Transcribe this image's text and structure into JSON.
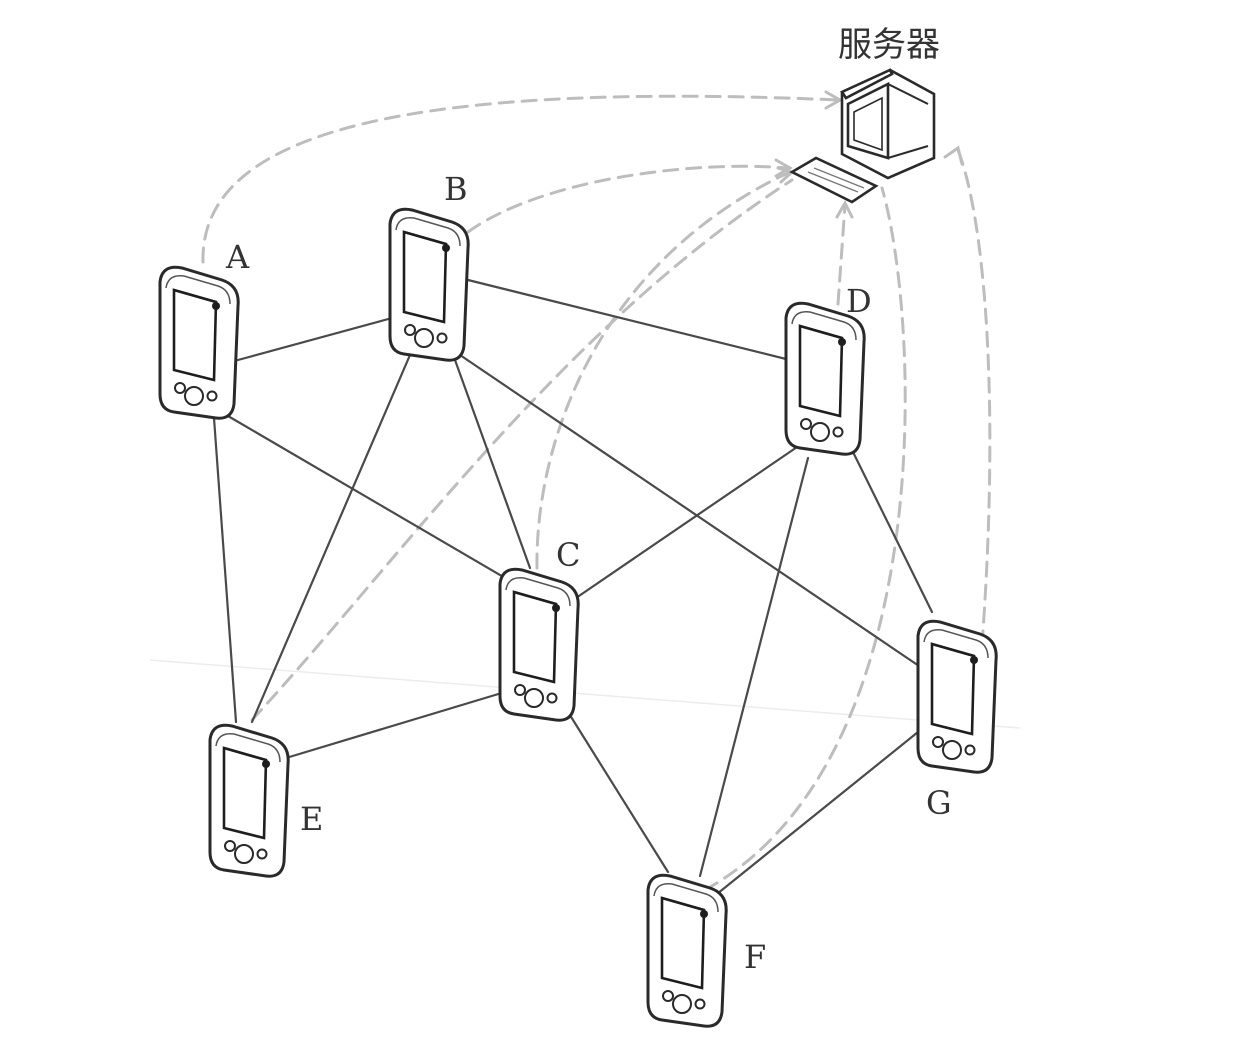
{
  "diagram": {
    "server": {
      "label": "服务器",
      "icon": "computer-icon"
    },
    "nodes": [
      {
        "id": "A",
        "label": "A",
        "icon": "handheld-device-icon"
      },
      {
        "id": "B",
        "label": "B",
        "icon": "handheld-device-icon"
      },
      {
        "id": "C",
        "label": "C",
        "icon": "handheld-device-icon"
      },
      {
        "id": "D",
        "label": "D",
        "icon": "handheld-device-icon"
      },
      {
        "id": "E",
        "label": "E",
        "icon": "handheld-device-icon"
      },
      {
        "id": "F",
        "label": "F",
        "icon": "handheld-device-icon"
      },
      {
        "id": "G",
        "label": "G",
        "icon": "handheld-device-icon"
      }
    ],
    "peer_links": [
      [
        "A",
        "B"
      ],
      [
        "A",
        "E"
      ],
      [
        "A",
        "C"
      ],
      [
        "B",
        "D"
      ],
      [
        "B",
        "C"
      ],
      [
        "B",
        "E"
      ],
      [
        "B",
        "G"
      ],
      [
        "C",
        "D"
      ],
      [
        "C",
        "E"
      ],
      [
        "C",
        "F"
      ],
      [
        "D",
        "F"
      ],
      [
        "D",
        "G"
      ],
      [
        "F",
        "G"
      ]
    ],
    "server_links": [
      "A",
      "B",
      "C",
      "D",
      "E",
      "F",
      "G"
    ],
    "colors": {
      "peer_link": "#4a4a4a",
      "server_link": "#bdbdbd",
      "outline": "#2a2a2a"
    }
  }
}
